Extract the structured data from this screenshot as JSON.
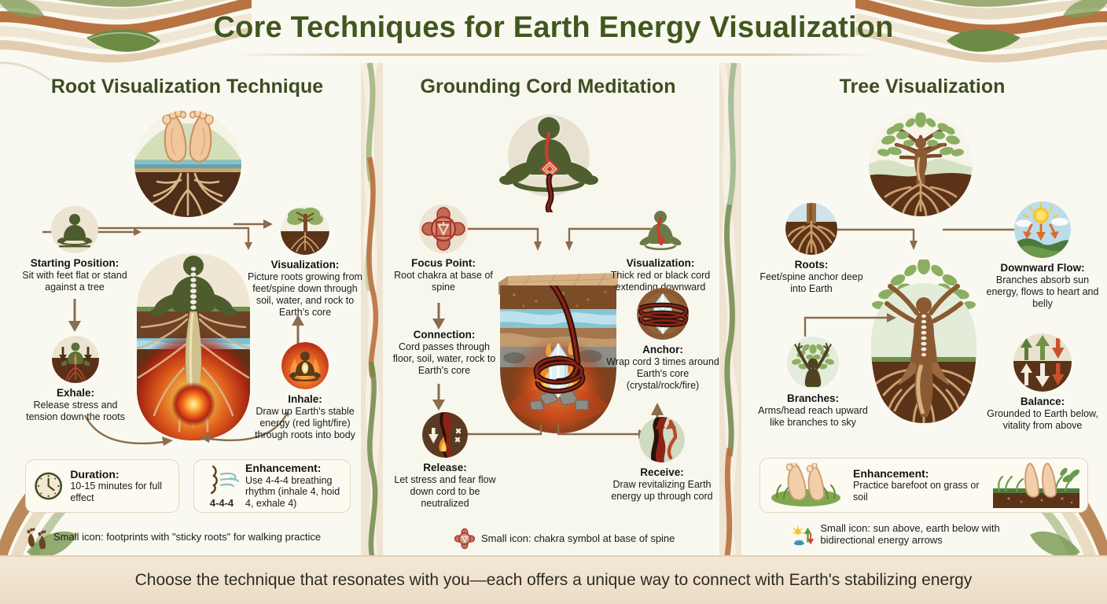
{
  "header": {
    "title": "Core Techniques for Earth Energy Visualization"
  },
  "footer": {
    "text": "Choose the technique that resonates with you—each offers a unique way to connect with Earth's stabilizing energy"
  },
  "colors": {
    "title_green": "#41571f",
    "column_title_green": "#3d4d23",
    "page_bg": "#faf9f1",
    "card_bg": "#fdfaf1",
    "card_border": "#e2d5bd",
    "connector": "#8a6c4e",
    "footer_bg": "#efe0cc",
    "accent_red": "#a8342c",
    "accent_orange": "#d9622c",
    "leaf_green": "#7f9d58",
    "earth_brown": "#6b4024"
  },
  "columns": [
    {
      "id": "root-visualization",
      "title": "Root Visualization Technique",
      "hero_icon": "feet-roots-soil-layers-icon",
      "center_icon": "seated-figure-roots-to-core-icon",
      "nodes": [
        {
          "id": "starting-position",
          "icon": "meditating-figure-icon",
          "label": "Starting Position:",
          "desc": "Sit with feet flat or stand against a tree"
        },
        {
          "id": "exhale",
          "icon": "figure-downward-arrows-roots-icon",
          "label": "Exhale:",
          "desc": "Release stress and tension down the roots"
        },
        {
          "id": "visualization",
          "icon": "tree-with-roots-icon",
          "label": "Visualization:",
          "desc": "Picture roots growing from feet/spine down through soil, water, and rock to Earth's core"
        },
        {
          "id": "inhale",
          "icon": "figure-in-flame-icon",
          "label": "Inhale:",
          "desc": "Draw up Earth's stable energy (red light/fire) through roots into body"
        }
      ],
      "cards": [
        {
          "id": "duration",
          "icon": "clock-icon",
          "label": "Duration:",
          "desc": "10-15 minutes for full effect"
        },
        {
          "id": "enhancement",
          "icon": "breathing-face-444-icon",
          "label": "Enhancement:",
          "desc": "Use 4-4-4 breathing rhythm (inhale 4, hoid 4, exhale 4)",
          "badge": "4-4-4"
        }
      ],
      "small_note": {
        "icon": "footprints-sticky-roots-icon",
        "text": "Small icon: footprints with \"sticky roots\" for walking practice"
      }
    },
    {
      "id": "grounding-cord",
      "title": "Grounding Cord Meditation",
      "hero_icon": "seated-figure-with-cord-icon",
      "center_icon": "earth-cross-section-crystal-fire-icon",
      "nodes": [
        {
          "id": "focus-point",
          "icon": "root-chakra-symbol-icon",
          "label": "Focus Point:",
          "desc": "Root chakra at base of spine"
        },
        {
          "id": "connection",
          "icon": "cord-through-layers-icon",
          "label": "Connection:",
          "desc": "Cord passes through floor, soil, water, rock to Earth's core"
        },
        {
          "id": "release",
          "icon": "downward-arrow-flame-icon",
          "label": "Release:",
          "desc": "Let stress and fear flow down cord to be neutralized"
        },
        {
          "id": "visualization",
          "icon": "figure-red-cord-icon",
          "label": "Visualization:",
          "desc": "Thick red or black cord extending downward"
        },
        {
          "id": "anchor",
          "icon": "crystal-wrapped-cord-icon",
          "label": "Anchor:",
          "desc": "Wrap cord 3 times around Earth's core (crystal/rock/fire)"
        },
        {
          "id": "receive",
          "icon": "upward-red-swirl-icon",
          "label": "Receive:",
          "desc": "Draw revitalizing Earth energy up through cord"
        }
      ],
      "cards": [],
      "small_note": {
        "icon": "chakra-symbol-icon",
        "text": "Small icon: chakra symbol at base of spine"
      }
    },
    {
      "id": "tree-visualization",
      "title": "Tree Visualization",
      "hero_icon": "tree-person-roots-canopy-icon",
      "center_icon": "tree-figure-spine-roots-icon",
      "nodes": [
        {
          "id": "roots",
          "icon": "trunk-roots-icon",
          "label": "Roots:",
          "desc": "Feet/spine anchor deep into Earth"
        },
        {
          "id": "branches",
          "icon": "figure-arms-raised-leaves-icon",
          "label": "Branches:",
          "desc": "Arms/head reach upward like branches to sky"
        },
        {
          "id": "downward-flow",
          "icon": "sun-rays-to-hills-icon",
          "label": "Downward Flow:",
          "desc": "Branches absorb sun energy, flows to heart and belly"
        },
        {
          "id": "balance",
          "icon": "bidirectional-arrows-earth-icon",
          "label": "Balance:",
          "desc": "Grounded to Earth below, vitality from above"
        }
      ],
      "cards": [
        {
          "id": "enhancement",
          "icon": "barefoot-on-grass-icon",
          "icon_right": "barefoot-on-soil-icon",
          "label": "Enhancement:",
          "desc": "Practice barefoot on grass or soil"
        }
      ],
      "small_note": {
        "icon": "sun-earth-arrows-icon",
        "text": "Small icon: sun above, earth below with bidirectional energy arrows"
      }
    }
  ]
}
